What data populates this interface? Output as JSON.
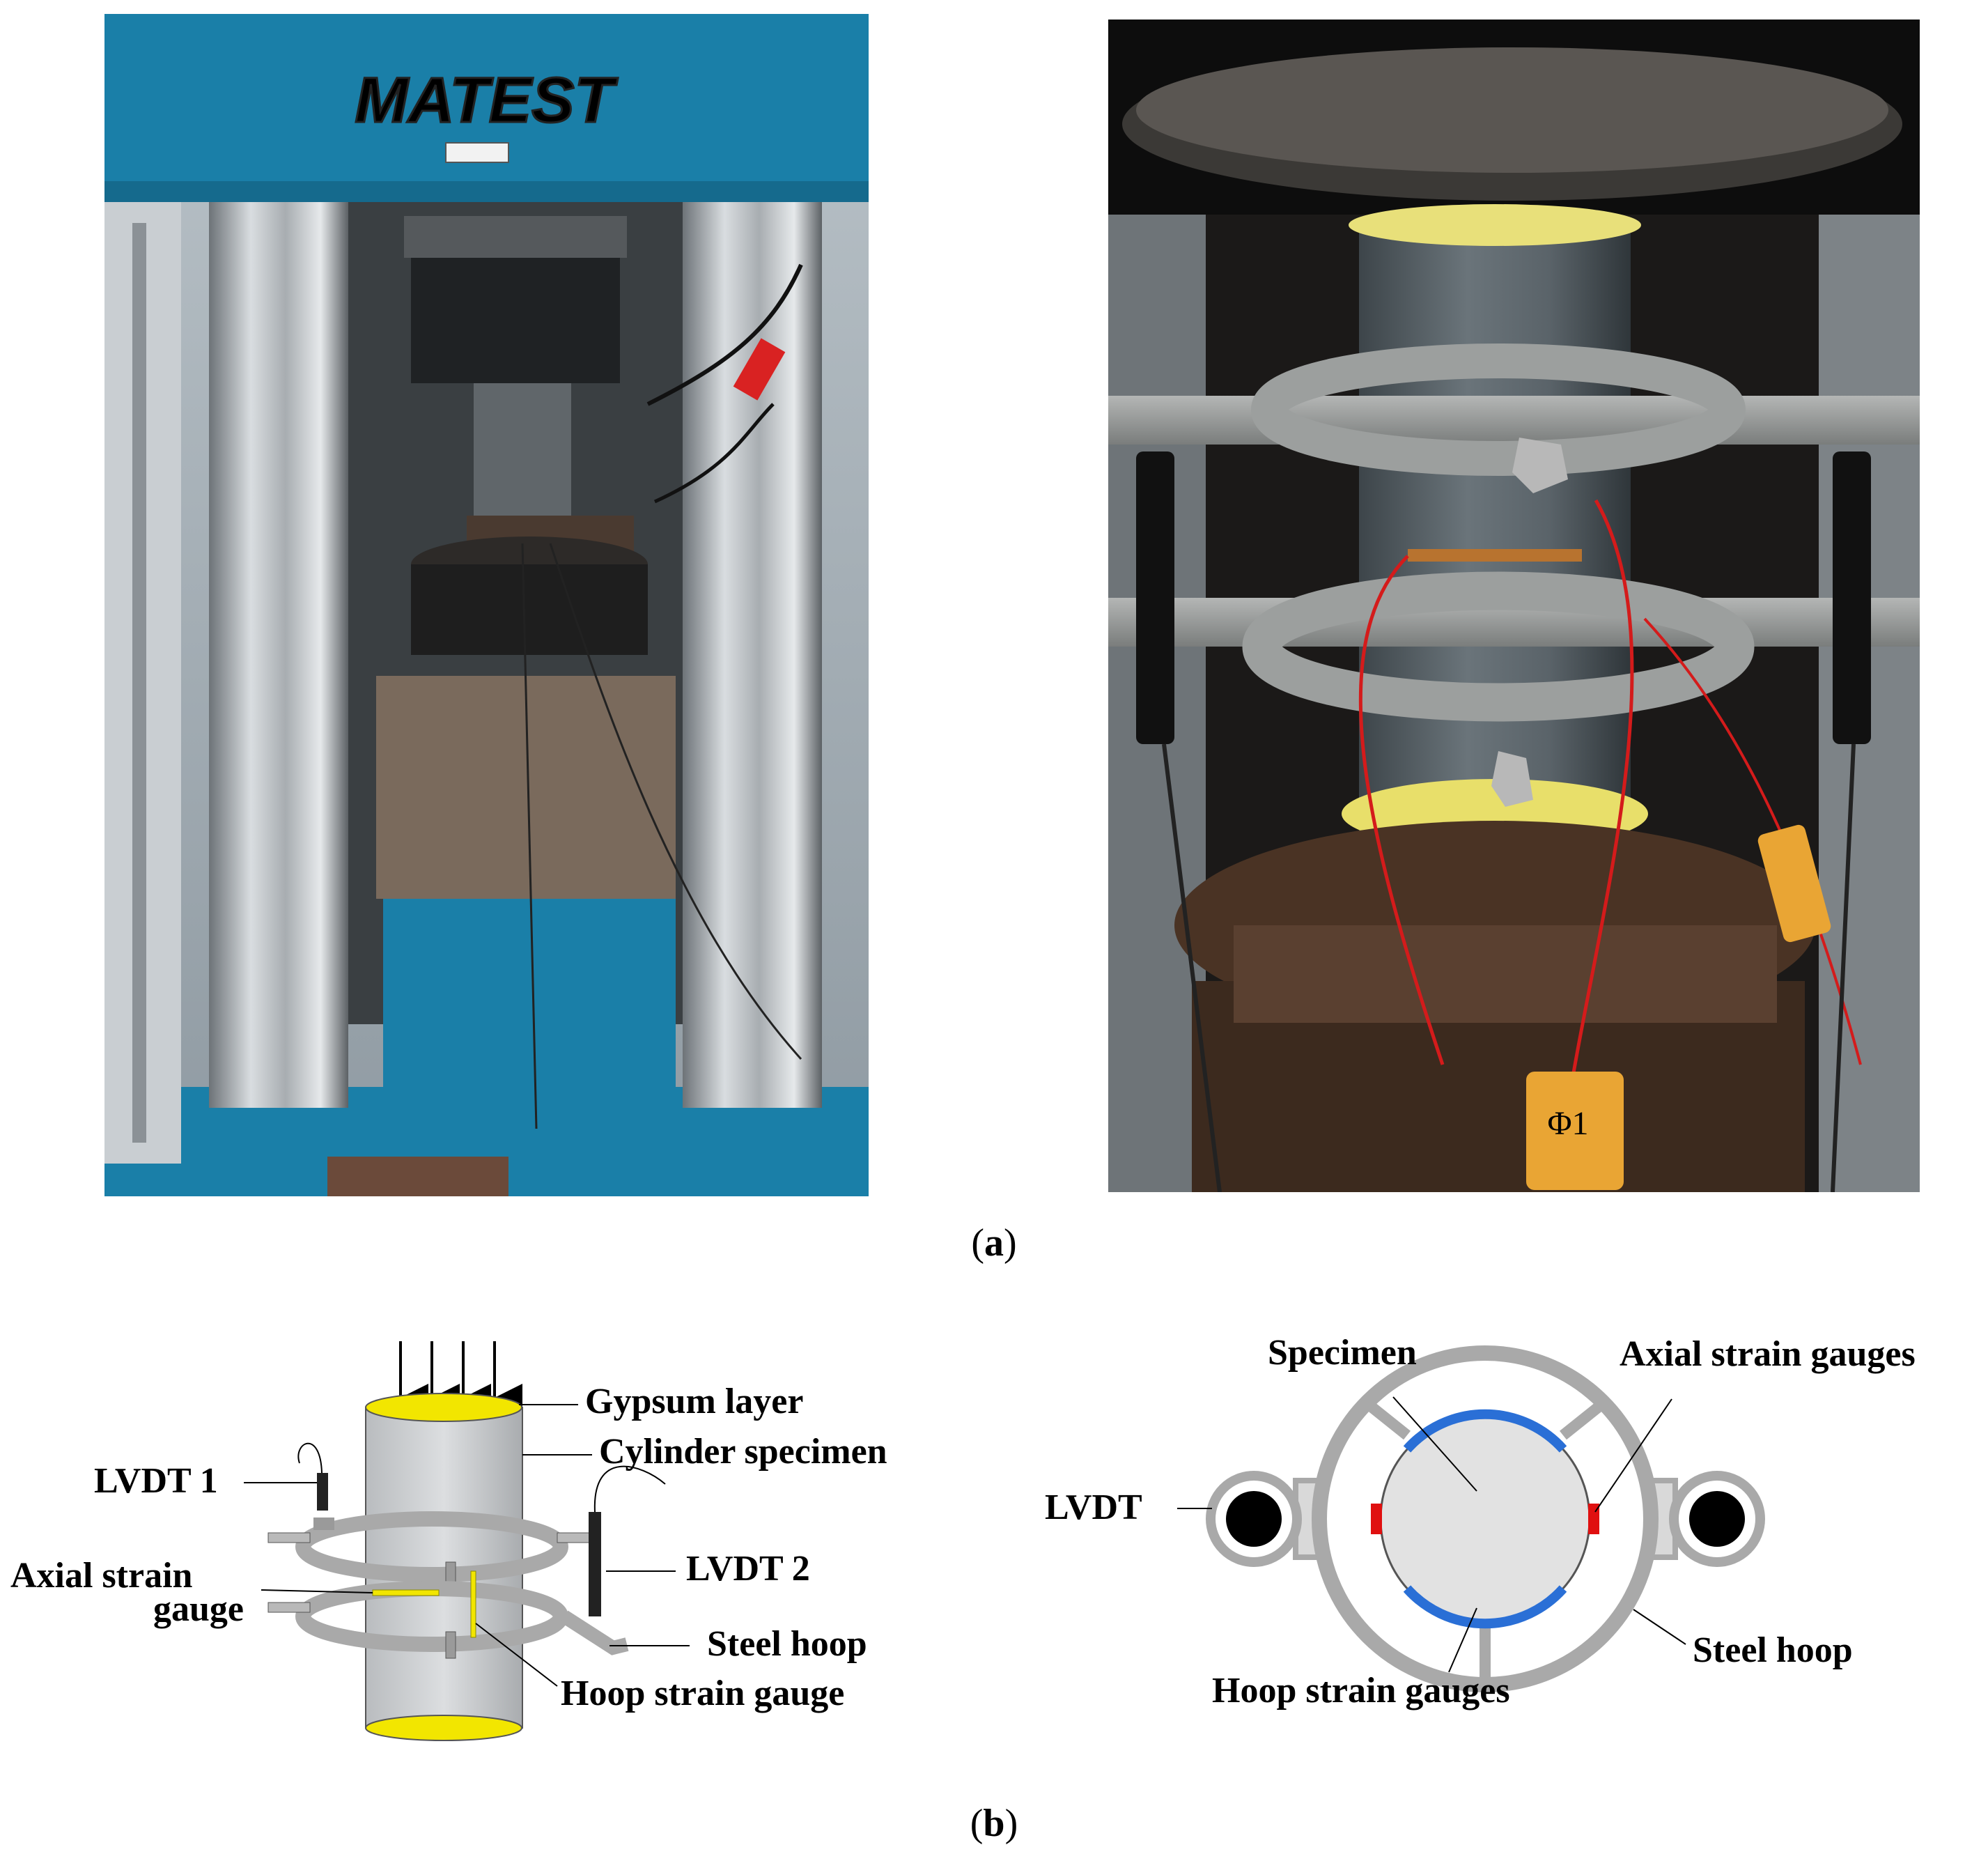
{
  "photos": {
    "left_brand": "MATEST",
    "right_marking": "Φ1"
  },
  "captions": {
    "a": "a",
    "b": "b"
  },
  "schematic_left": {
    "labels": {
      "gypsum_layer": "Gypsum layer",
      "cylinder_specimen": "Cylinder specimen",
      "lvdt1": "LVDT 1",
      "lvdt2": "LVDT 2",
      "axial_strain_gauge_line1": "Axial strain",
      "axial_strain_gauge_line2": "gauge",
      "steel_hoop": "Steel hoop",
      "hoop_strain_gauge": "Hoop strain gauge"
    }
  },
  "schematic_right": {
    "labels": {
      "specimen": "Specimen",
      "axial_strain_gauges": "Axial strain gauges",
      "lvdt": "LVDT",
      "steel_hoop": "Steel hoop",
      "hoop_strain_gauges": "Hoop strain gauges"
    }
  },
  "colors": {
    "machine_blue": "#1a7fa8",
    "gypsum_yellow": "#f2e600",
    "axial_gauge_red": "#e01010",
    "hoop_gauge_blue": "#2a6fd6",
    "hoop_grey": "#a9a9a9"
  }
}
